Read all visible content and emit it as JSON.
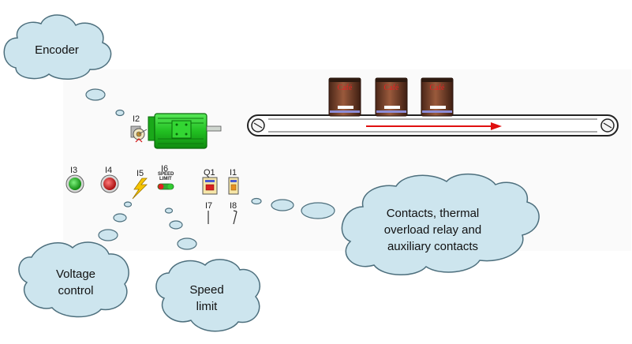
{
  "clouds": {
    "encoder": "Encoder",
    "voltage": [
      "Voltage",
      "control"
    ],
    "speed": [
      "Speed",
      "limit"
    ],
    "contacts": [
      "Contacts, thermal",
      "overload relay and",
      "auxiliary contacts"
    ]
  },
  "io": {
    "i2": "I2",
    "i3": "I3",
    "i4": "I4",
    "i5": "I5",
    "i6": "I6",
    "i6_sub": [
      "SPEED",
      "LIMIT"
    ],
    "q1": "Q1",
    "i1": "I1",
    "i7": "I7",
    "i8": "I8"
  },
  "cans": [
    "Café",
    "Café",
    "Café"
  ],
  "colors": {
    "cloud_fill": "#cde5ee",
    "cloud_stroke": "#4d6f7d",
    "motor": "#2ecc2e",
    "button_green": "#1fb31f",
    "button_red": "#d81f1f",
    "belt_arrow": "#e01010",
    "can_body": "#6a3a28",
    "can_label": "#e62020"
  }
}
